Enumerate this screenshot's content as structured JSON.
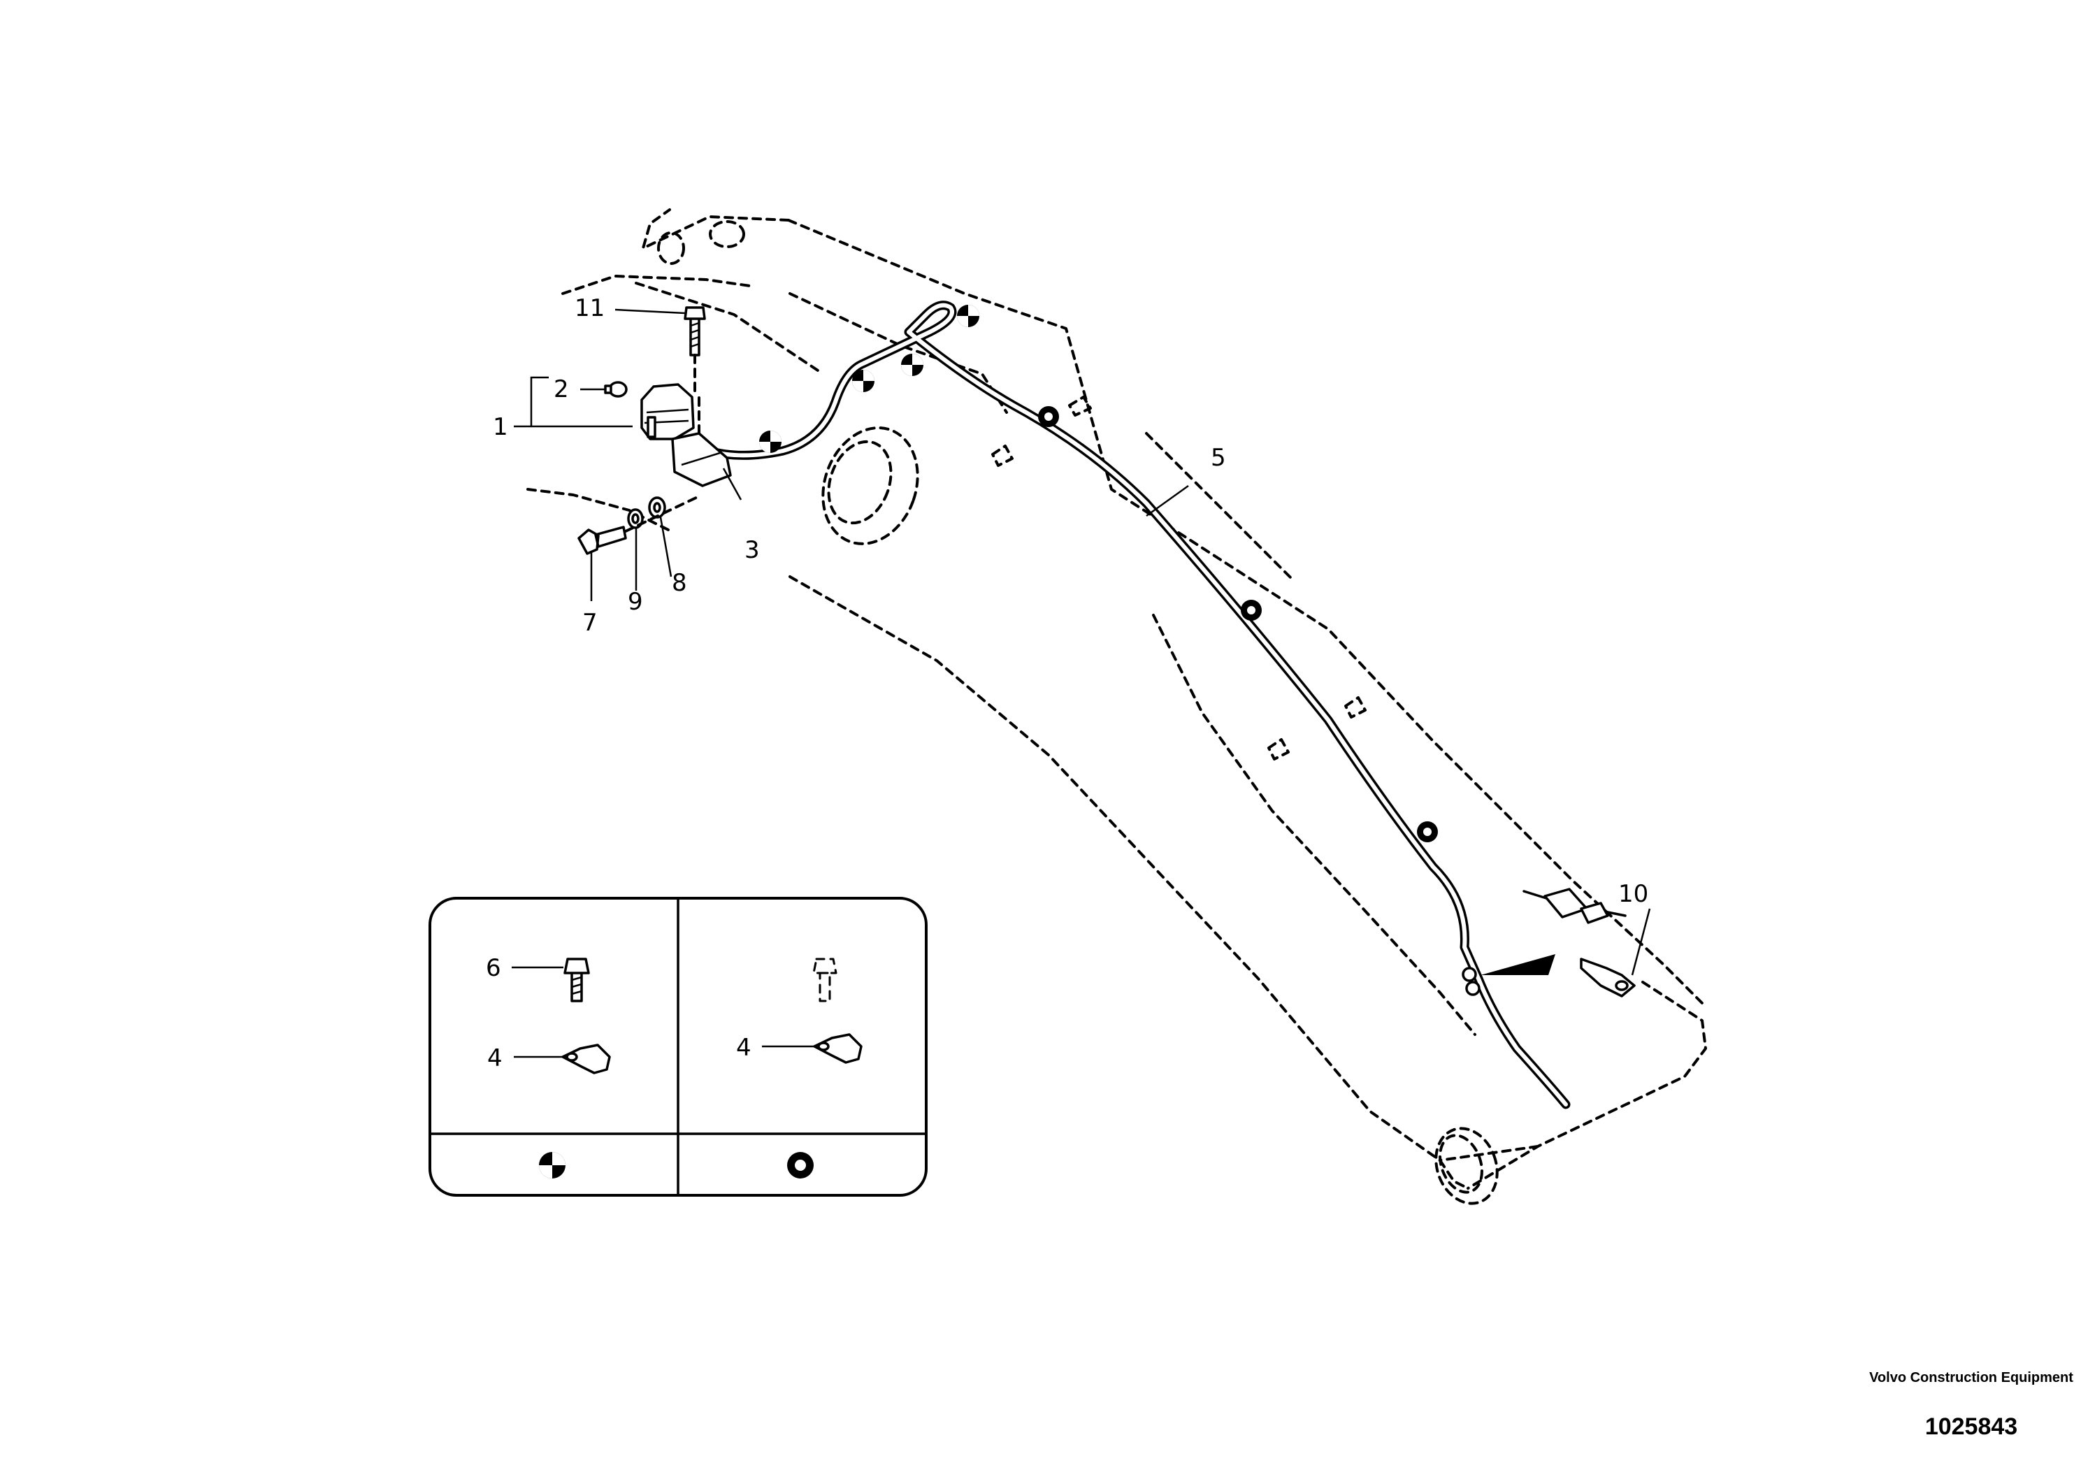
{
  "callouts": {
    "c1": "1",
    "c2": "2",
    "c3": "3",
    "c4a": "4",
    "c4b": "4",
    "c5": "5",
    "c6": "6",
    "c7": "7",
    "c8": "8",
    "c9": "9",
    "c10": "10",
    "c11": "11"
  },
  "legend_symbols": [
    "quartered-circle-icon",
    "ring-icon"
  ],
  "footer": {
    "manufacturer": "Volvo Construction Equipment",
    "drawing_number": "1025843"
  }
}
